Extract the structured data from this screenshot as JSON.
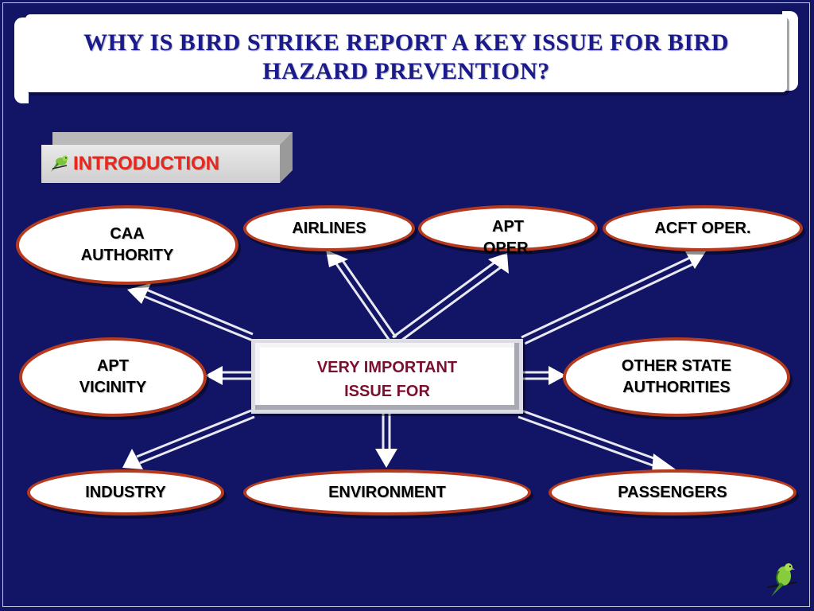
{
  "title": "WHY IS BIRD STRIKE REPORT A KEY ISSUE FOR BIRD HAZARD PREVENTION?",
  "intro": {
    "label": "INTRODUCTION",
    "icon": "bird-icon"
  },
  "center": {
    "label": "VERY IMPORTANT\nISSUE FOR"
  },
  "nodes": {
    "caa": "CAA\nAUTHORITY",
    "airlines": "AIRLINES",
    "apt_oper": "APT\nOPER.",
    "acft_oper": "ACFT OPER.",
    "apt_vicinity": "APT\nVICINITY",
    "other_state": "OTHER STATE\nAUTHORITIES",
    "industry": "INDUSTRY",
    "environment": "ENVIRONMENT",
    "passengers": "PASSENGERS"
  },
  "colors": {
    "background": "#121466",
    "title": "#1a1a8c",
    "intro_text": "#e8281e",
    "ellipse_border": "#b53a1e",
    "center_text": "#7a1030"
  }
}
